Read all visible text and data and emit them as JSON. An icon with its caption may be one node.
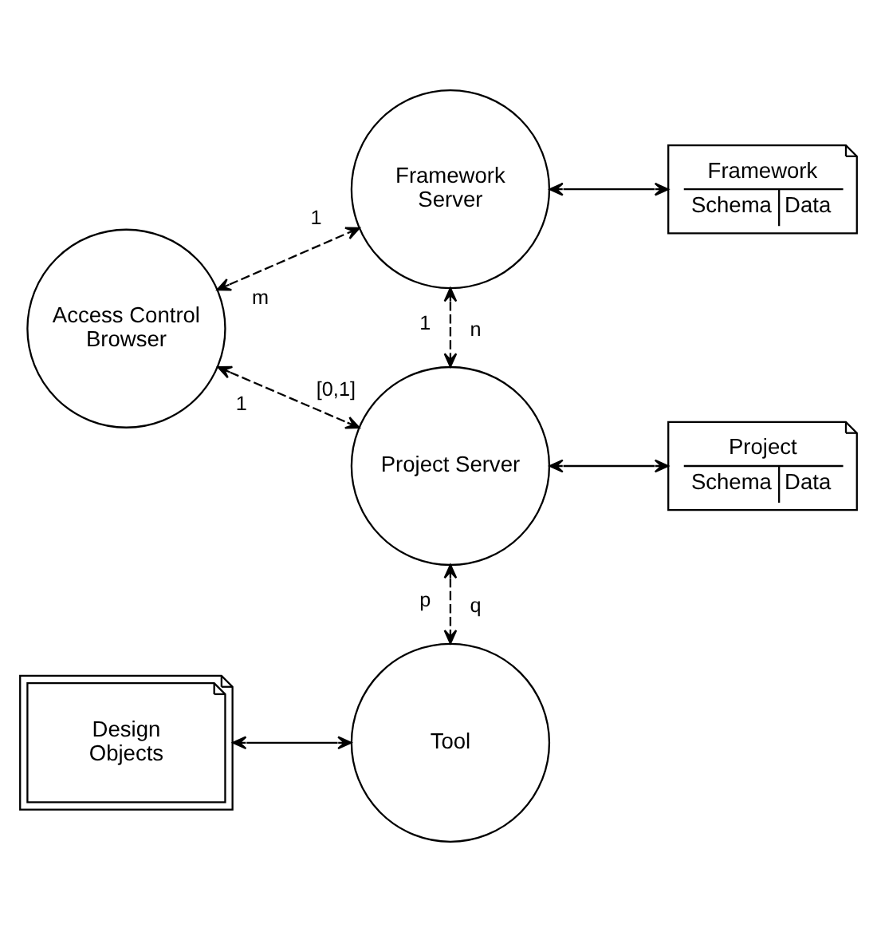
{
  "diagram": {
    "nodes": [
      {
        "text": [
          "Framework Server"
        ]
      },
      {
        "text": [
          "Framework",
          "Schema",
          "Data"
        ]
      },
      {
        "text": [
          "Access Control Browser"
        ]
      },
      {
        "text": [
          "Project Server"
        ]
      },
      {
        "text": [
          "Project",
          "Schema",
          "Data"
        ]
      },
      {
        "text": [
          "Design Objects"
        ]
      },
      {
        "text": [
          "Tool"
        ]
      }
    ],
    "edges": [
      {
        "from": 0,
        "to": 1,
        "arrow": "both"
      },
      {
        "from": 2,
        "to": 0,
        "arrow": "both",
        "style": "dashed"
      },
      {
        "from": 0,
        "to": 3,
        "arrow": "both",
        "style": "dashed"
      },
      {
        "from": 2,
        "to": 3,
        "arrow": "both",
        "style": "dashed"
      },
      {
        "from": 3,
        "to": 4,
        "arrow": "both"
      },
      {
        "from": 3,
        "to": 6,
        "arrow": "both",
        "style": "dashed"
      },
      {
        "from": 5,
        "to": 6,
        "arrow": "both"
      }
    ],
    "labels": [
      "1",
      "m",
      "1",
      "1",
      "n",
      "[0,1]",
      "p",
      "q"
    ]
  }
}
